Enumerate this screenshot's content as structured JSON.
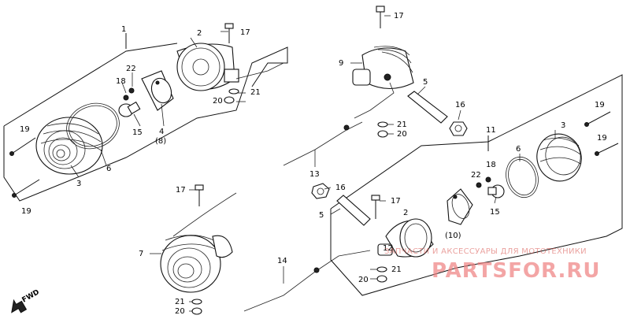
{
  "labels": {
    "l1": "1",
    "l2a": "2",
    "l2b": "2",
    "l3a": "3",
    "l3b": "3",
    "l4": "4",
    "l4p": "(8)",
    "l5a": "5",
    "l5b": "5",
    "l6a": "6",
    "l6b": "6",
    "l7": "7",
    "l9": "9",
    "l10": "(10)",
    "l11": "11",
    "l12": "12",
    "l13": "13",
    "l14": "14",
    "l15a": "15",
    "l15b": "15",
    "l16a": "16",
    "l16b": "16",
    "l17a": "17",
    "l17b": "17",
    "l17c": "17",
    "l17d": "17",
    "l18a": "18",
    "l18b": "18",
    "l19a": "19",
    "l19b": "19",
    "l19c": "19",
    "l19d": "19",
    "l20a": "20",
    "l20b": "20",
    "l20c": "20",
    "l20d": "20",
    "l21a": "21",
    "l21b": "21",
    "l21c": "21",
    "l21d": "21",
    "l22a": "22",
    "l22b": "22"
  },
  "fwd": "FWD",
  "watermark": {
    "caption": "ЗАПЧАСТИ И АКСЕССУАРЫ ДЛЯ МОТОТЕХНИКИ",
    "brand": "PARTSFOR.RU"
  }
}
